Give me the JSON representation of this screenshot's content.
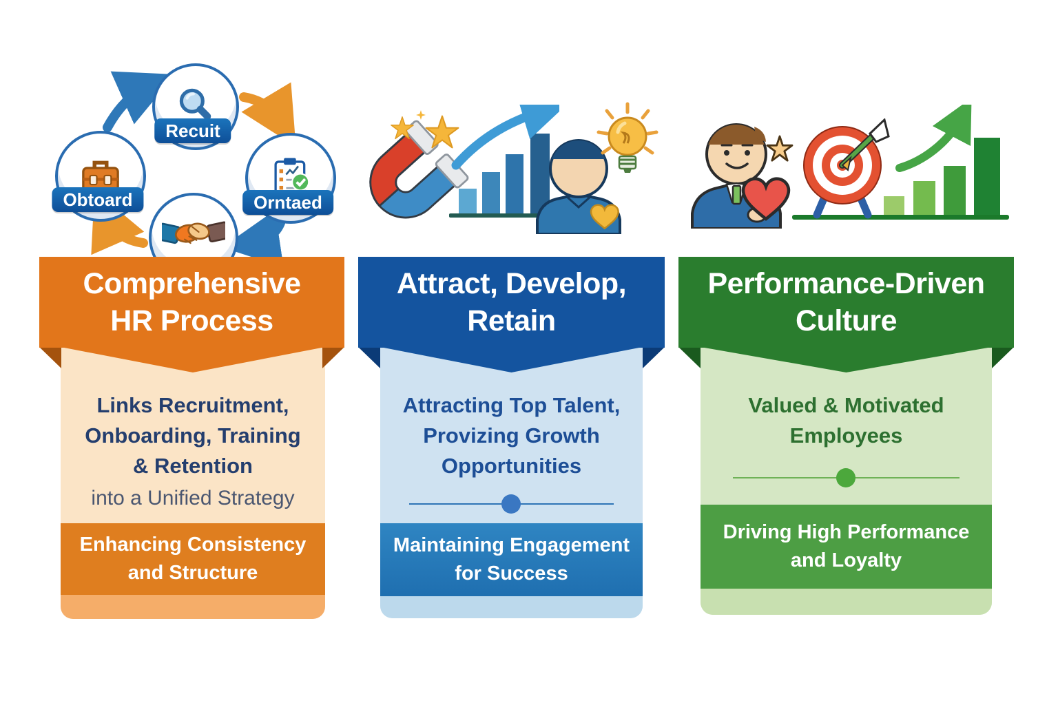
{
  "cycle": {
    "recruit_label": "Recuit",
    "onboard_label": "Obtoard",
    "evaluate_label": "Orntaed"
  },
  "columns": [
    {
      "title": [
        "Comprehensive",
        "HR Process"
      ],
      "body_bold": [
        "Links Recruitment,",
        "Onboarding, Training",
        "& Retention"
      ],
      "body_regular": "into a Unified Strategy",
      "band": [
        "Enhancing Consistency",
        "and Structure"
      ]
    },
    {
      "title": [
        "Attract, Develop,",
        "Retain"
      ],
      "body_bold": [
        "Attracting Top Talent,",
        "Provizing Growth",
        "Opportunities"
      ],
      "body_regular": "",
      "band": [
        "Maintaining Engagement",
        "for Success"
      ]
    },
    {
      "title": [
        "Performance-Driven",
        "Culture"
      ],
      "body_bold": [
        "Valued & Motivated",
        "Employees"
      ],
      "body_regular": "",
      "band": [
        "Driving High Performance",
        "and Loyalty"
      ]
    }
  ],
  "palette": {
    "orange_banner": "#E2761B",
    "orange_fold": "#A4520D",
    "orange_band": "#DF7E1F",
    "orange_footer": "#F5AD69",
    "peach_body": "#FBE4C6",
    "blue_banner": "#14549F",
    "blue_fold": "#0B3B77",
    "blue_band": "#2F85C2",
    "blue_footer": "#BCD9EC",
    "blue_body": "#CFE2F1",
    "green_banner": "#2A7D2E",
    "green_fold": "#1A5A1E",
    "green_band": "#4D9E44",
    "green_footer": "#C8E0B0",
    "green_body": "#D5E7C4",
    "navy_text": "#243E6E",
    "blue_text": "#1D4E96",
    "green_text": "#2D7030",
    "circle_border": "#2A6CB0",
    "label_blue": "#0E4E97",
    "arrow_blue": "#2E78B8",
    "arrow_orange": "#E8952C"
  },
  "icons": [
    "magnifier-icon",
    "briefcase-icon",
    "clipboard-check-icon",
    "handshake-icon",
    "magnet-icon",
    "star-icon",
    "sparkle-icon",
    "bar-chart-icon",
    "growth-arrow-icon",
    "employee-heart-icon",
    "lightbulb-icon",
    "manager-heart-icon",
    "target-arrow-icon",
    "green-bar-chart-icon",
    "green-growth-arrow-icon"
  ]
}
